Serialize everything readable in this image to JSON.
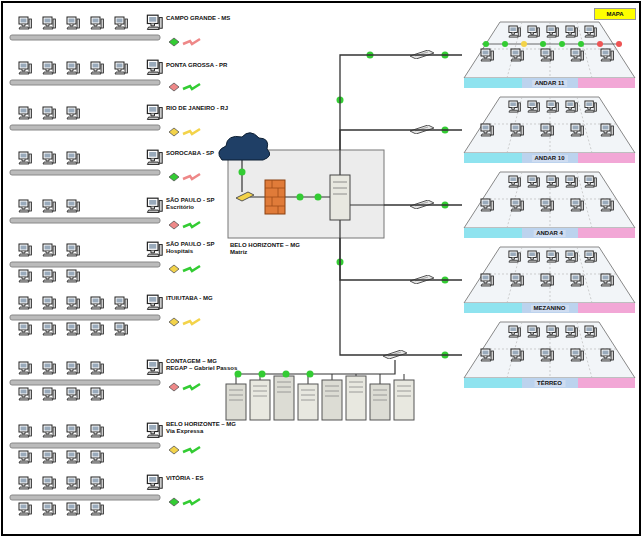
{
  "diagram": {
    "nodes": [
      {
        "text": [
          "BELO HORIZONTE – MG",
          "Matriz"
        ]
      },
      {
        "text": [
          "ANDAR 11"
        ]
      },
      {
        "text": [
          "ANDAR 10"
        ]
      },
      {
        "text": [
          "ANDAR 4"
        ]
      },
      {
        "text": [
          "MEZANINO"
        ]
      },
      {
        "text": [
          "TÉRREO"
        ]
      },
      {
        "text": [
          "MAPA"
        ]
      }
    ],
    "edges": [
      {
        "from": 0,
        "to": 1,
        "arrow": "none"
      },
      {
        "from": 0,
        "to": 2,
        "arrow": "none"
      },
      {
        "from": 0,
        "to": 3,
        "arrow": "none"
      },
      {
        "from": 0,
        "to": 4,
        "arrow": "none"
      },
      {
        "from": 0,
        "to": 5,
        "arrow": "none"
      }
    ],
    "labels": [
      "CAMPO GRANDE - MS",
      "PONTA GROSSA - PR",
      "RIO DE JANEIRO - RJ",
      "SOROCABA - SP",
      "SÃO PAULO - SP",
      "Escritório",
      "SÃO PAULO - SP",
      "Hospitais",
      "ITUIUTABA - MG",
      "CONTAGEM – MG",
      "REGAP – Gabriel Passos",
      "BELO HORIZONTE – MG",
      "Via Expressa",
      "VITÓRIA - ES"
    ]
  }
}
